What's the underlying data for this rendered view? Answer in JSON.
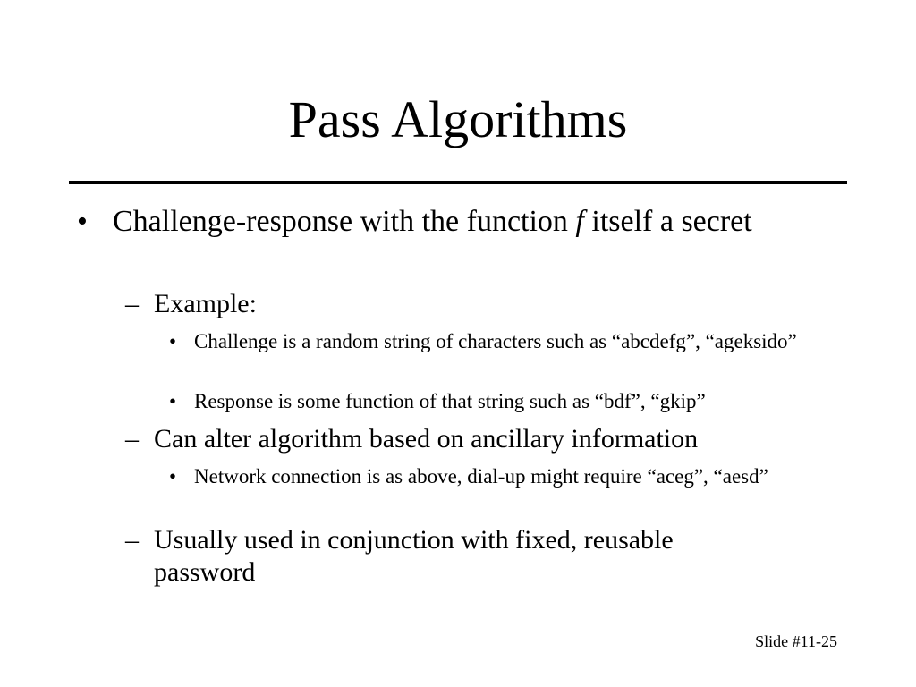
{
  "slide": {
    "title": "Pass Algorithms",
    "bullets": [
      {
        "marker": "•",
        "text_before_italic": "Challenge-response with the function ",
        "italic": "f",
        "text_after_italic": " itself a secret"
      },
      {
        "marker": "–",
        "text": "Example:"
      },
      {
        "marker": "•",
        "text": "Challenge is a random string of characters such as “abcdefg”, “ageksido”"
      },
      {
        "marker": "•",
        "text": "Response is some function of that string such as “bdf”, “gkip”"
      },
      {
        "marker": "–",
        "text": "Can alter algorithm based on ancillary information"
      },
      {
        "marker": "•",
        "text": "Network connection is as above, dial-up might require “aceg”, “aesd”"
      },
      {
        "marker": "–",
        "text": "Usually used in conjunction with fixed, reusable password"
      }
    ],
    "footer": "Slide #11-25"
  }
}
